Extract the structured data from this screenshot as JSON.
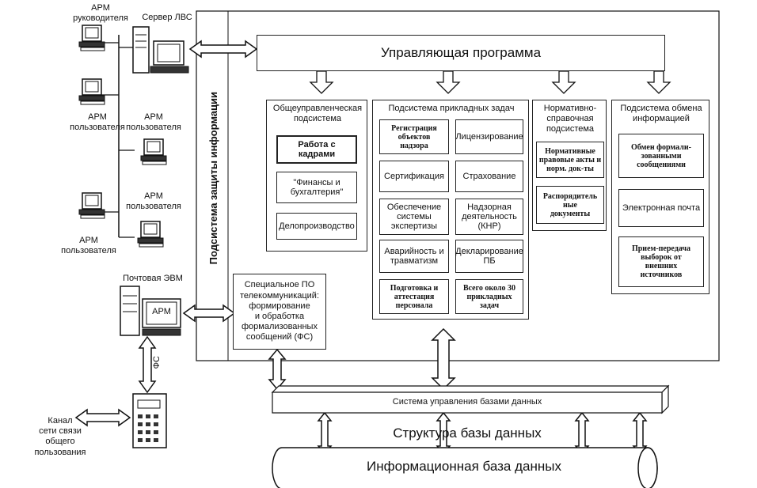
{
  "left_column": {
    "arm_manager": "АРМ\nруководителя",
    "lan_server": "Сервер ЛВС",
    "arm_user_1": "АРМ\nпользователя",
    "arm_user_2": "АРМ\nпользователя",
    "arm_user_3": "АРМ\nпользователя",
    "arm_user_4": "АРМ\nпользователя",
    "mail_computer": "Почтовая ЭВМ",
    "arm_in_mail": "АРМ",
    "fs_label": "ФС",
    "channel": "Канал\nсети связи\nобщего\nпользования"
  },
  "security_subsystem": "Подсистема защиты информации",
  "control_program": "Управляющая программа",
  "general_management": {
    "title": "Общеуправленческая\nподсистема",
    "items": [
      "Работа с\nкадрами",
      "\"Финансы и\nбухгалтерия\"",
      "Делопроизводство"
    ]
  },
  "applied_tasks": {
    "title": "Подсистема прикладных задач",
    "items": [
      "Регистрация\nобъектов\nнадзора",
      "Лицензирование",
      "Сертификация",
      "Страхование",
      "Обеспечение\nсистемы\nэкспертизы",
      "Надзорная\nдеятельность\n(КНР)",
      "Аварийность и\nтравматизм",
      "Декларирование\nПБ",
      "Подготовка и\nаттестация\nперсонала",
      "Всего около 30\nприкладных\nзадач"
    ]
  },
  "reference": {
    "title": "Нормативно-\nсправочная\nподсистема",
    "items": [
      "Нормативные\nправовые акты и\nнорм. док-ты",
      "Распорядитель\nные\nдокументы"
    ]
  },
  "exchange": {
    "title": "Подсистема обмена\nинформацией",
    "items": [
      "Обмен формали-\nзованными\nсообщениями",
      "Электронная почта",
      "Прием-передача\nвыборок от\nвнешних\nисточников"
    ]
  },
  "telecom": "Специальное ПО\nтелекоммуникаций:\nформирование\nи обработка\nформализованных\nсообщений (ФС)",
  "dbms": "Система управления базами данных",
  "db_structure": "Структура базы данных",
  "info_db": "Информационная база данных"
}
